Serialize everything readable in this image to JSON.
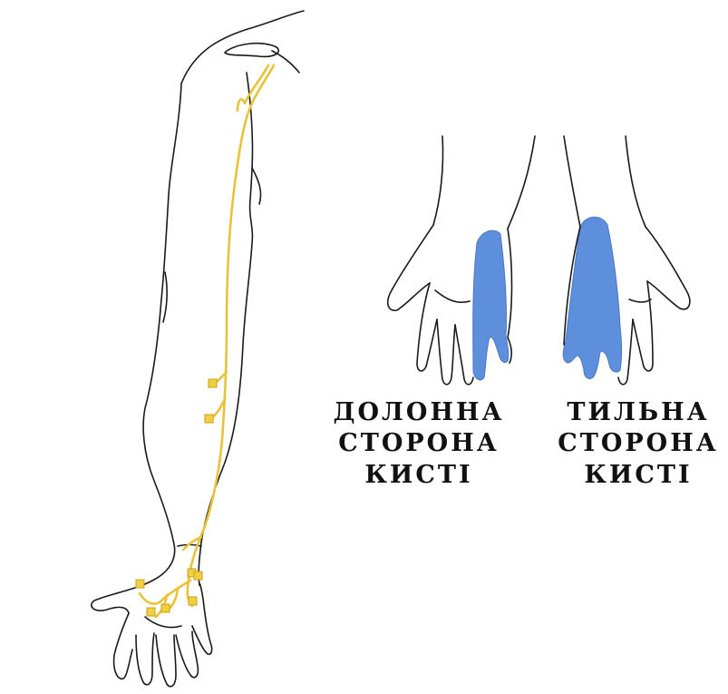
{
  "colors": {
    "nerve": "#e8c33a",
    "sensory_zone": "#5e8fdc",
    "outline": "#1a1a1a"
  },
  "labels": {
    "palmar": [
      "ДОЛОННА",
      "СТОРОНА",
      "КИСТІ"
    ],
    "dorsal": [
      "ТИЛЬНА",
      "СТОРОНА",
      "КИСТІ"
    ]
  }
}
